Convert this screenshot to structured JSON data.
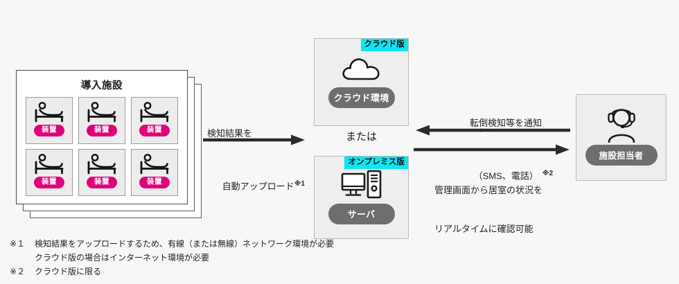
{
  "facility": {
    "title": "導入施設",
    "beds": [
      {
        "badge": "装置"
      },
      {
        "badge": "装置"
      },
      {
        "badge": "装置"
      },
      {
        "badge": "装置"
      },
      {
        "badge": "装置"
      },
      {
        "badge": "装置"
      }
    ]
  },
  "environments": {
    "or_text": "または",
    "cloud": {
      "tag": "クラウド版",
      "pill": "クラウド環境",
      "icon": "cloud-icon"
    },
    "onpremise": {
      "tag": "オンプレミス版",
      "pill": "サーバ",
      "icon": "server-desktop-icon"
    }
  },
  "operator": {
    "pill": "施設担当者",
    "icon": "headset-operator-icon"
  },
  "arrows": {
    "upload": {
      "line1": "検知結果を",
      "line2": "自動アップロード",
      "note": "※1",
      "direction": "right"
    },
    "notify": {
      "line1": "転倒検知等を通知",
      "line2": "（SMS、電話）",
      "note": "※2",
      "direction": "left"
    },
    "monitor": {
      "line1": "管理画面から居室の状況を",
      "line2": "リアルタイムに確認可能",
      "direction": "right"
    }
  },
  "footnotes": [
    {
      "mark": "※１",
      "line1": "検知結果をアップロードするため、有線（または無線）ネットワーク環境が必要",
      "line2": "クラウド版の場合はインターネット環境が必要"
    },
    {
      "mark": "※２",
      "line1": "クラウド版に限る",
      "line2": ""
    }
  ],
  "colors": {
    "badge_magenta": "#e0007a",
    "tag_cyan": "#0ee5f2",
    "pill_gray": "#6e6e6e",
    "box_fill": "#eeeeee",
    "arrow_dark": "#2b2b2b"
  }
}
